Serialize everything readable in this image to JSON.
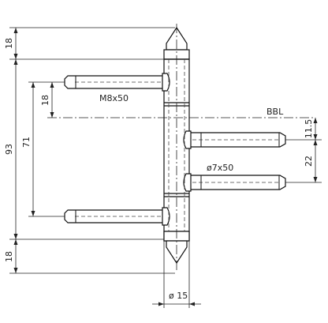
{
  "drawing": {
    "dimensions": {
      "top_cap": "18",
      "overall_height": "93",
      "pin_span": "71",
      "pin_offset": "18",
      "bottom_cap": "18",
      "right_offset": "11.5",
      "right_spacing": "22",
      "barrel_diameter": "ø 15"
    },
    "labels": {
      "left_pin": "M8x50",
      "right_pin": "ø7x50",
      "reference_line": "BBL"
    }
  }
}
